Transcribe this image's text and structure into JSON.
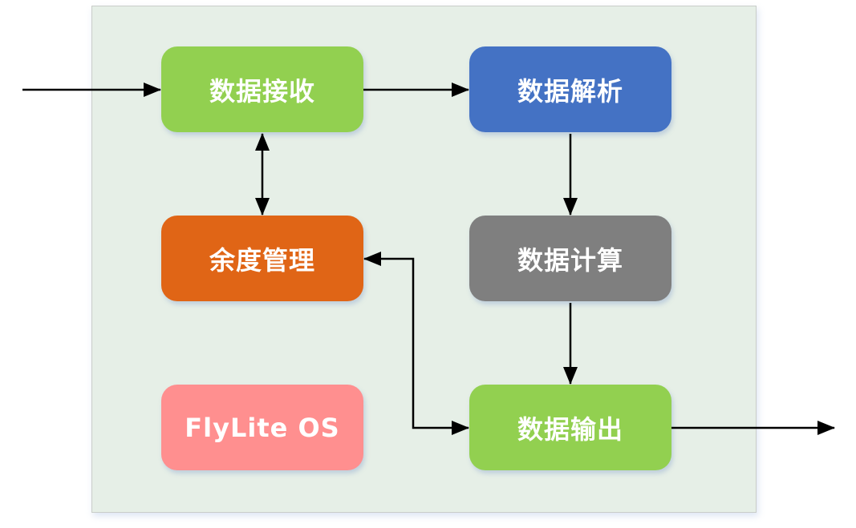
{
  "diagram": {
    "title": "",
    "nodes": [
      {
        "id": "receive",
        "label": "数据接收",
        "color": "#92d050"
      },
      {
        "id": "parse",
        "label": "数据解析",
        "color": "#4472c4"
      },
      {
        "id": "redundancy",
        "label": "余度管理",
        "color": "#e06516"
      },
      {
        "id": "compute",
        "label": "数据计算",
        "color": "#7f7f7f"
      },
      {
        "id": "os",
        "label": "FlyLite OS",
        "color": "#ff8f8f"
      },
      {
        "id": "output",
        "label": "数据输出",
        "color": "#92d050"
      }
    ],
    "edges": [
      {
        "from": "external-input",
        "to": "receive",
        "direction": "one-way"
      },
      {
        "from": "receive",
        "to": "parse",
        "direction": "one-way"
      },
      {
        "from": "receive",
        "to": "redundancy",
        "direction": "two-way"
      },
      {
        "from": "parse",
        "to": "compute",
        "direction": "one-way"
      },
      {
        "from": "compute",
        "to": "output",
        "direction": "one-way"
      },
      {
        "from": "redundancy",
        "to": "output",
        "direction": "two-way"
      },
      {
        "from": "output",
        "to": "external-output",
        "direction": "one-way"
      }
    ],
    "colors": {
      "container_bg": "#e6efe7",
      "container_border": "#c9cdc9",
      "arrow": "#000000",
      "text": "#ffffff"
    }
  }
}
